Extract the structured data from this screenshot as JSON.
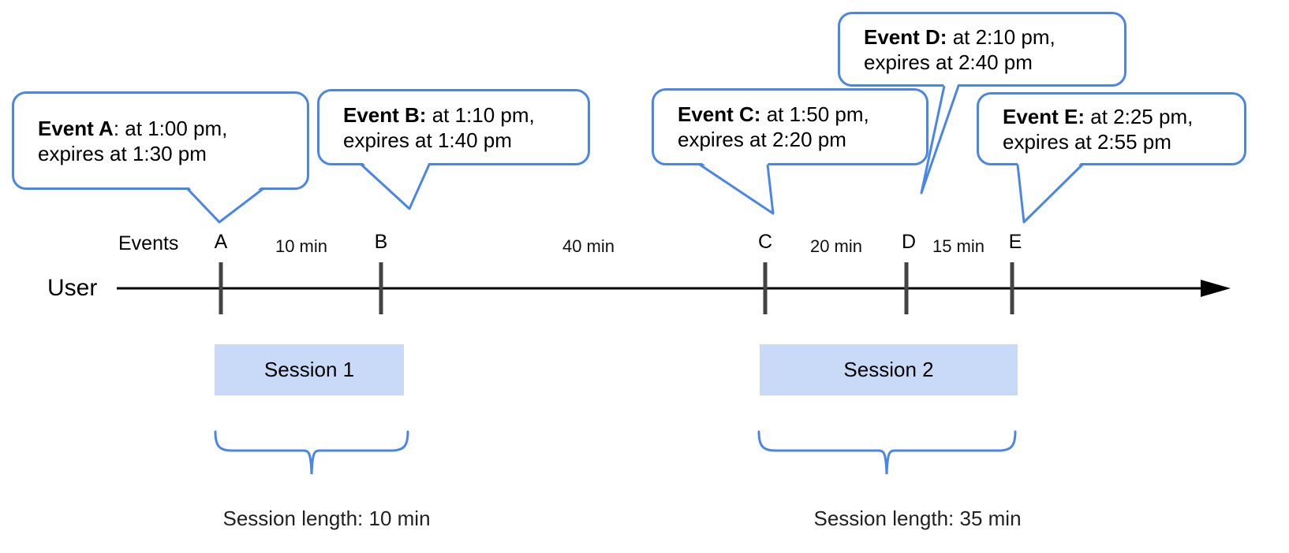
{
  "diagram": {
    "user_label": "User",
    "events_label": "Events",
    "bubbles": [
      {
        "letter": "A",
        "bold": "Event A",
        "rest": ": at 1:00 pm,",
        "line2": "expires at 1:30 pm"
      },
      {
        "letter": "B",
        "bold": "Event B:",
        "rest": " at 1:10 pm,",
        "line2": "expires at 1:40 pm"
      },
      {
        "letter": "C",
        "bold": "Event C:",
        "rest": " at 1:50 pm,",
        "line2": "expires at 2:20 pm"
      },
      {
        "letter": "D",
        "bold": "Event D:",
        "rest": " at 2:10 pm,",
        "line2": "expires at 2:40 pm"
      },
      {
        "letter": "E",
        "bold": "Event E:",
        "rest": " at 2:25 pm,",
        "line2": "expires at 2:55 pm"
      }
    ],
    "tick_labels": [
      "A",
      "B",
      "C",
      "D",
      "E"
    ],
    "gap_labels": [
      "10 min",
      "40 min",
      "20 min",
      "15 min"
    ],
    "sessions": [
      {
        "label": "Session 1",
        "length_label": "Session length: 10 min"
      },
      {
        "label": "Session 2",
        "length_label": "Session length: 35 min"
      }
    ],
    "colors": {
      "accent_blue": "#4a86e8",
      "session_fill": "#c9daf8",
      "tick_gray": "#434343",
      "timeline_black": "#000000"
    }
  }
}
